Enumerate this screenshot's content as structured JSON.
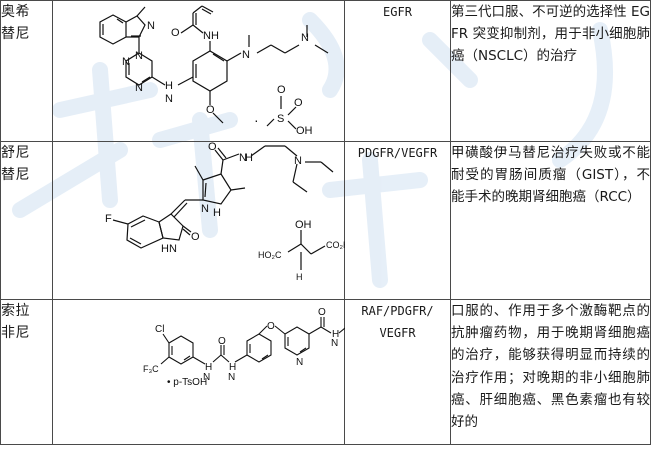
{
  "table": {
    "rows": [
      {
        "name_lines": [
          "奥希",
          "替尼"
        ],
        "target_lines": [
          "EGFR"
        ],
        "description": "第三代口服、不可逆的选择性 EGFR 突变抑制剂，用于非小细胞肺癌（NSCLC）的治疗",
        "structure": {
          "salt_label": "·"
        }
      },
      {
        "name_lines": [
          "舒尼",
          "替尼"
        ],
        "target_lines": [
          "PDGFR/VEGFR"
        ],
        "description": "甲磺酸伊马替尼治疗失败或不能耐受的胃肠间质瘤（GIST），不能手术的晚期肾细胞癌（RCC）",
        "structure": {
          "salt_label": ""
        }
      },
      {
        "name_lines": [
          "索拉",
          "非尼"
        ],
        "target_lines": [
          "RAF/PDGFR/",
          "VEGFR"
        ],
        "description": "口服的、作用于多个激酶靶点的抗肿瘤药物，用于晚期肾细胞癌的治疗，能够获得明显而持续的治疗作用；对晚期的非小细胞肺癌、肝细胞癌、黑色素瘤也有较好的",
        "structure": {
          "salt_label": "• p-TsOH"
        }
      }
    ]
  },
  "atoms": {
    "N": "N",
    "NH": "NH",
    "HN": "HN",
    "H": "H",
    "O": "O",
    "S": "S",
    "OH": "OH",
    "F": "F",
    "Cl": "Cl",
    "CF3": "F₃C",
    "CO2H": "CO₂H",
    "HO2C": "HO₂C"
  },
  "colors": {
    "border": "#4a4a4a",
    "text": "#1a1a1a",
    "watermark": "#d7e6f3"
  }
}
